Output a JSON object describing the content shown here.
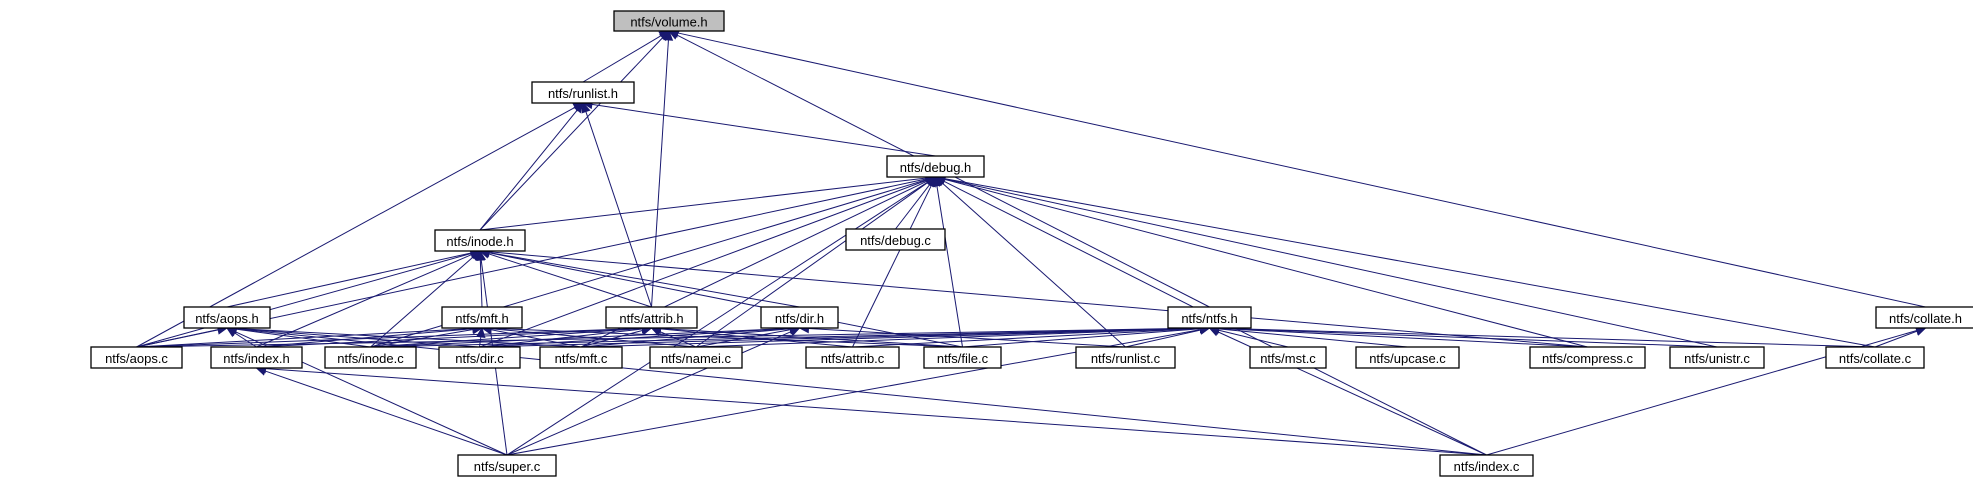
{
  "graph": {
    "nodes": [
      {
        "id": "volume_h",
        "label": "ntfs/volume.h",
        "root": true
      },
      {
        "id": "runlist_h",
        "label": "ntfs/runlist.h"
      },
      {
        "id": "debug_h",
        "label": "ntfs/debug.h"
      },
      {
        "id": "inode_h",
        "label": "ntfs/inode.h"
      },
      {
        "id": "debug_c",
        "label": "ntfs/debug.c"
      },
      {
        "id": "aops_h",
        "label": "ntfs/aops.h"
      },
      {
        "id": "mft_h",
        "label": "ntfs/mft.h"
      },
      {
        "id": "attrib_h",
        "label": "ntfs/attrib.h"
      },
      {
        "id": "dir_h",
        "label": "ntfs/dir.h"
      },
      {
        "id": "ntfs_h",
        "label": "ntfs/ntfs.h"
      },
      {
        "id": "collate_h",
        "label": "ntfs/collate.h"
      },
      {
        "id": "aops_c",
        "label": "ntfs/aops.c"
      },
      {
        "id": "index_h",
        "label": "ntfs/index.h"
      },
      {
        "id": "inode_c",
        "label": "ntfs/inode.c"
      },
      {
        "id": "dir_c",
        "label": "ntfs/dir.c"
      },
      {
        "id": "mft_c",
        "label": "ntfs/mft.c"
      },
      {
        "id": "namei_c",
        "label": "ntfs/namei.c"
      },
      {
        "id": "attrib_c",
        "label": "ntfs/attrib.c"
      },
      {
        "id": "file_c",
        "label": "ntfs/file.c"
      },
      {
        "id": "runlist_c",
        "label": "ntfs/runlist.c"
      },
      {
        "id": "mst_c",
        "label": "ntfs/mst.c"
      },
      {
        "id": "upcase_c",
        "label": "ntfs/upcase.c"
      },
      {
        "id": "compress_c",
        "label": "ntfs/compress.c"
      },
      {
        "id": "unistr_c",
        "label": "ntfs/unistr.c"
      },
      {
        "id": "collate_c",
        "label": "ntfs/collate.c"
      },
      {
        "id": "super_c",
        "label": "ntfs/super.c"
      },
      {
        "id": "index_c",
        "label": "ntfs/index.c"
      }
    ],
    "edges": [
      [
        "runlist_h",
        "volume_h"
      ],
      [
        "inode_h",
        "volume_h"
      ],
      [
        "attrib_h",
        "volume_h"
      ],
      [
        "ntfs_h",
        "volume_h"
      ],
      [
        "collate_h",
        "volume_h"
      ],
      [
        "debug_h",
        "runlist_h"
      ],
      [
        "inode_h",
        "runlist_h"
      ],
      [
        "attrib_h",
        "runlist_h"
      ],
      [
        "aops_c",
        "runlist_h"
      ],
      [
        "debug_c",
        "debug_h"
      ],
      [
        "inode_h",
        "debug_h"
      ],
      [
        "aops_c",
        "debug_h"
      ],
      [
        "inode_c",
        "debug_h"
      ],
      [
        "dir_c",
        "debug_h"
      ],
      [
        "mft_c",
        "debug_h"
      ],
      [
        "namei_c",
        "debug_h"
      ],
      [
        "attrib_c",
        "debug_h"
      ],
      [
        "file_c",
        "debug_h"
      ],
      [
        "runlist_c",
        "debug_h"
      ],
      [
        "compress_c",
        "debug_h"
      ],
      [
        "unistr_c",
        "debug_h"
      ],
      [
        "collate_c",
        "debug_h"
      ],
      [
        "super_c",
        "debug_h"
      ],
      [
        "index_c",
        "debug_h"
      ],
      [
        "aops_h",
        "inode_h"
      ],
      [
        "mft_h",
        "inode_h"
      ],
      [
        "attrib_h",
        "inode_h"
      ],
      [
        "dir_h",
        "inode_h"
      ],
      [
        "aops_c",
        "inode_h"
      ],
      [
        "index_h",
        "inode_h"
      ],
      [
        "inode_c",
        "inode_h"
      ],
      [
        "file_c",
        "inode_h"
      ],
      [
        "compress_c",
        "inode_h"
      ],
      [
        "super_c",
        "inode_h"
      ],
      [
        "aops_c",
        "aops_h"
      ],
      [
        "index_h",
        "aops_h"
      ],
      [
        "inode_c",
        "aops_h"
      ],
      [
        "dir_c",
        "aops_h"
      ],
      [
        "mft_c",
        "aops_h"
      ],
      [
        "super_c",
        "aops_h"
      ],
      [
        "index_c",
        "aops_h"
      ],
      [
        "aops_c",
        "mft_h"
      ],
      [
        "index_h",
        "mft_h"
      ],
      [
        "inode_c",
        "mft_h"
      ],
      [
        "dir_c",
        "mft_h"
      ],
      [
        "mft_c",
        "mft_h"
      ],
      [
        "namei_c",
        "mft_h"
      ],
      [
        "file_c",
        "mft_h"
      ],
      [
        "aops_c",
        "attrib_h"
      ],
      [
        "index_h",
        "attrib_h"
      ],
      [
        "inode_c",
        "attrib_h"
      ],
      [
        "dir_c",
        "attrib_h"
      ],
      [
        "mft_c",
        "attrib_h"
      ],
      [
        "namei_c",
        "attrib_h"
      ],
      [
        "attrib_c",
        "attrib_h"
      ],
      [
        "file_c",
        "attrib_h"
      ],
      [
        "inode_c",
        "dir_h"
      ],
      [
        "dir_c",
        "dir_h"
      ],
      [
        "mft_c",
        "dir_h"
      ],
      [
        "namei_c",
        "dir_h"
      ],
      [
        "runlist_c",
        "dir_h"
      ],
      [
        "super_c",
        "dir_h"
      ],
      [
        "aops_c",
        "ntfs_h"
      ],
      [
        "inode_c",
        "ntfs_h"
      ],
      [
        "dir_c",
        "ntfs_h"
      ],
      [
        "mft_c",
        "ntfs_h"
      ],
      [
        "namei_c",
        "ntfs_h"
      ],
      [
        "attrib_c",
        "ntfs_h"
      ],
      [
        "file_c",
        "ntfs_h"
      ],
      [
        "runlist_c",
        "ntfs_h"
      ],
      [
        "mst_c",
        "ntfs_h"
      ],
      [
        "upcase_c",
        "ntfs_h"
      ],
      [
        "compress_c",
        "ntfs_h"
      ],
      [
        "unistr_c",
        "ntfs_h"
      ],
      [
        "collate_c",
        "ntfs_h"
      ],
      [
        "super_c",
        "ntfs_h"
      ],
      [
        "index_c",
        "ntfs_h"
      ],
      [
        "collate_c",
        "collate_h"
      ],
      [
        "index_c",
        "collate_h"
      ],
      [
        "super_c",
        "index_h"
      ],
      [
        "index_c",
        "index_h"
      ]
    ]
  }
}
